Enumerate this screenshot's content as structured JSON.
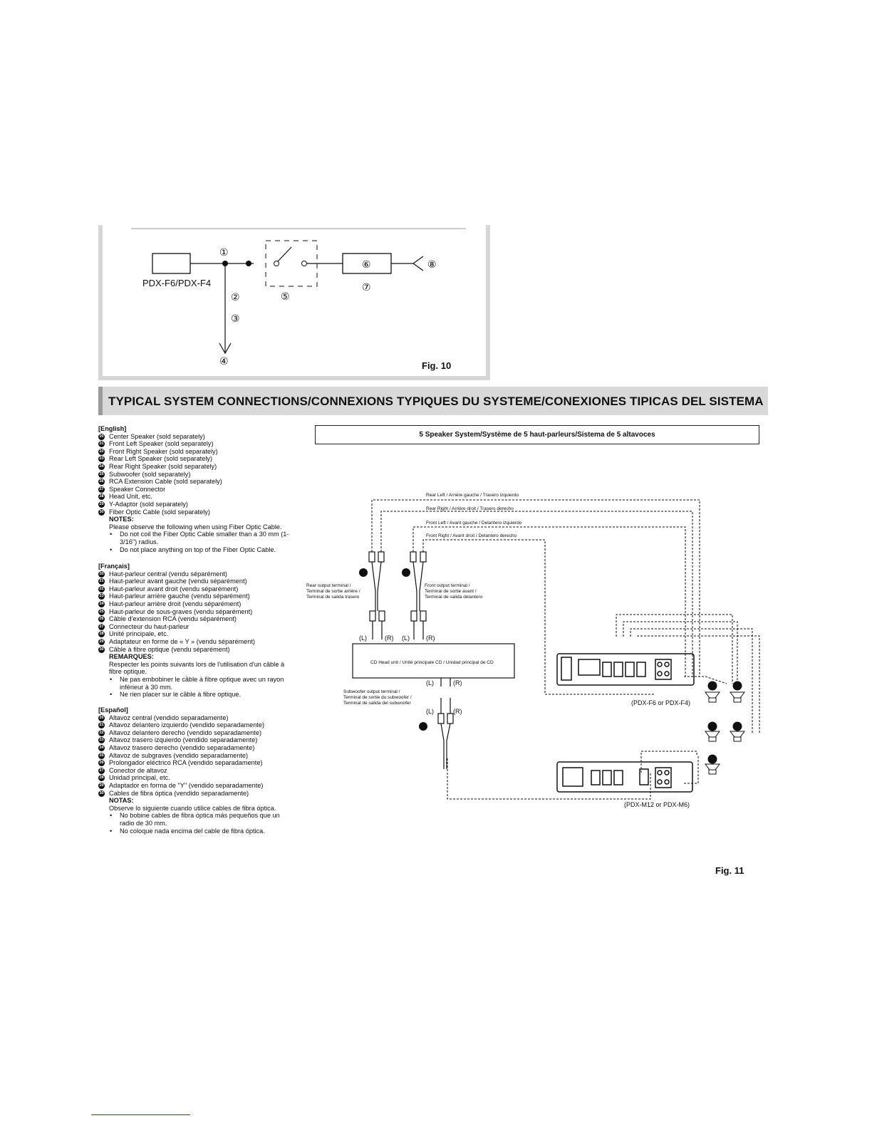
{
  "fig10": {
    "label": "Fig. 10",
    "device": "PDX-F6/PDX-F4",
    "markers": [
      "①",
      "②",
      "③",
      "④",
      "⑤",
      "⑥",
      "⑦",
      "⑧"
    ]
  },
  "header": {
    "title": "TYPICAL SYSTEM CONNECTIONS/CONNEXIONS TYPIQUES DU SYSTEME/CONEXIONES TIPICAS DEL SISTEMA"
  },
  "english": {
    "heading": "[English]",
    "items": [
      {
        "n": "20",
        "t": "Center Speaker (sold separately)"
      },
      {
        "n": "21",
        "t": "Front Left Speaker (sold separately)"
      },
      {
        "n": "22",
        "t": "Front Right Speaker (sold separately)"
      },
      {
        "n": "23",
        "t": "Rear Left Speaker (sold separately)"
      },
      {
        "n": "24",
        "t": "Rear Right Speaker (sold separately)"
      },
      {
        "n": "25",
        "t": "Subwoofer (sold separately)"
      },
      {
        "n": "26",
        "t": "RCA Extension Cable (sold separately)"
      },
      {
        "n": "27",
        "t": "Speaker Connector"
      },
      {
        "n": "28",
        "t": "Head Unit, etc."
      },
      {
        "n": "29",
        "t": "Y-Adaptor (sold separately)"
      },
      {
        "n": "30",
        "t": "Fiber Optic Cable (sold separately)"
      }
    ],
    "notes_heading": "NOTES:",
    "notes_intro": "Please observe the following when using Fiber Optic Cable.",
    "bullets": [
      "Do not coil the Fiber Optic Cable smaller than a 30 mm (1-3/16\") radius.",
      "Do not place anything on top of the Fiber Optic Cable."
    ]
  },
  "francais": {
    "heading": "[Français]",
    "items": [
      {
        "n": "20",
        "t": "Haut-parleur central (vendu séparément)"
      },
      {
        "n": "21",
        "t": "Haut-parleur avant gauche (vendu séparément)"
      },
      {
        "n": "22",
        "t": "Haut-parleur avant droit (vendu séparément)"
      },
      {
        "n": "23",
        "t": "Haut-parleur arrière gauche (vendu séparément)"
      },
      {
        "n": "24",
        "t": "Haut-parleur arrière droit (vendu séparément)"
      },
      {
        "n": "25",
        "t": "Haut-parleur de sous-graves (vendu séparément)"
      },
      {
        "n": "26",
        "t": "Câble d'extension RCA (vendu séparément)"
      },
      {
        "n": "27",
        "t": "Connecteur du haut-parleur"
      },
      {
        "n": "28",
        "t": "Unité principale, etc."
      },
      {
        "n": "29",
        "t": "Adaptateur en forme de « Y » (vendu séparément)"
      },
      {
        "n": "30",
        "t": "Câble à fibre optique (vendu séparément)"
      }
    ],
    "notes_heading": "REMARQUES:",
    "notes_intro": "Respecter les points suivants lors de l'utilisation d'un câble à fibre optique.",
    "bullets": [
      "Ne pas embobiner le câble à fibre optique avec un rayon inférieur à 30 mm.",
      "Ne rien placer sur le câble à fibre optique."
    ]
  },
  "espanol": {
    "heading": "[Español]",
    "items": [
      {
        "n": "20",
        "t": "Altavoz central (vendido separadamente)"
      },
      {
        "n": "21",
        "t": "Altavoz delantero izquierdo (vendido separadamente)"
      },
      {
        "n": "22",
        "t": "Altavoz delantero derecho (vendido separadamente)"
      },
      {
        "n": "23",
        "t": "Altavoz trasero izquierdo (vendido separadamente)"
      },
      {
        "n": "24",
        "t": "Altavoz trasero derecho (vendido separadamente)"
      },
      {
        "n": "25",
        "t": "Altavoz de subgraves (vendido separadamente)"
      },
      {
        "n": "26",
        "t": "Prolongador eléctrico RCA (vendido separadamente)"
      },
      {
        "n": "27",
        "t": "Conector de altavoz"
      },
      {
        "n": "28",
        "t": "Unidad principal, etc."
      },
      {
        "n": "29",
        "t": "Adaptador en forma de \"Y\" (vendido separadamente)"
      },
      {
        "n": "30",
        "t": "Cables de fibra óptica (vendido separadamente)"
      }
    ],
    "notes_heading": "NOTAS:",
    "notes_intro": "Observe lo siguiente cuando utilice cables de fibra óptica.",
    "bullets": [
      "No bobine cables de fibra óptica más pequeños que un radio de 30 mm.",
      "No coloque nada encima del cable de fibra óptica."
    ]
  },
  "system": {
    "title": "5 Speaker System/Système de 5 haut-parleurs/Sistema de 5 altavoces",
    "rear_left": "Rear Left / Arrière gauche / Trasero izquierdo",
    "rear_right": "Rear Right / Arrière droit / Trasero derecho",
    "front_left": "Front Left / Avant gauche / Delantero izquierdo",
    "front_right": "Front Right / Avant droit / Delantero derecho",
    "rear_out": [
      "Rear output terminal /",
      "Terminal de sortie arrière /",
      "Terminal de salida trasero"
    ],
    "front_out": [
      "Front output terminal /",
      "Terminal de sortie avant /",
      "Terminal de salida delantero"
    ],
    "head_unit": "CD Head unit / Unité principale CD / Unidad principal de CD",
    "sub_out": [
      "Subwoofer output terminal /",
      "Terminal de sortie du subwoofer /",
      "Terminal de salida del subwoofer"
    ],
    "amp1": "(PDX-F6 or PDX-F4)",
    "amp2": "(PDX-M12 or PDX-M6)",
    "L": "(L)",
    "R": "(R)"
  },
  "fig11": {
    "label": "Fig. 11"
  }
}
